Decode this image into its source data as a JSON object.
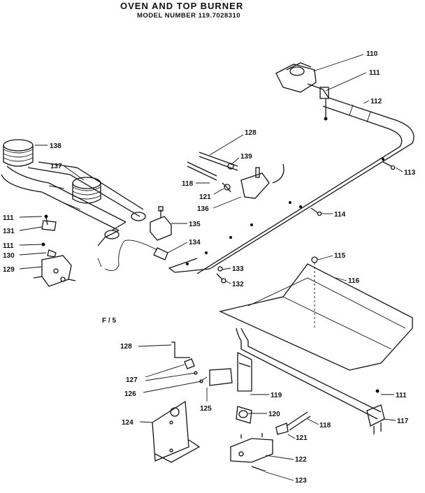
{
  "header": {
    "title": "OVEN AND TOP BURNER",
    "model_line": "MODEL NUMBER 119.7028310"
  },
  "figure_mark": "F / 5",
  "callouts": {
    "c110": "110",
    "c111a": "111",
    "c112": "112",
    "c113": "113",
    "c114": "114",
    "c115": "115",
    "c116": "116",
    "c117": "117",
    "c111e": "111",
    "c118b": "118",
    "c121b": "121",
    "c122": "122",
    "c123": "123",
    "c120": "120",
    "c119": "119",
    "c128b": "128",
    "c127": "127",
    "c126": "126",
    "c125": "125",
    "c124": "124",
    "c138": "138",
    "c137": "137",
    "c128a": "128",
    "c139": "139",
    "c118a": "118",
    "c121a": "121",
    "c136": "136",
    "c135": "135",
    "c134": "134",
    "c133": "133",
    "c132": "132",
    "c111b": "111",
    "c131": "131",
    "c111c": "111",
    "c130": "130",
    "c129": "129"
  }
}
